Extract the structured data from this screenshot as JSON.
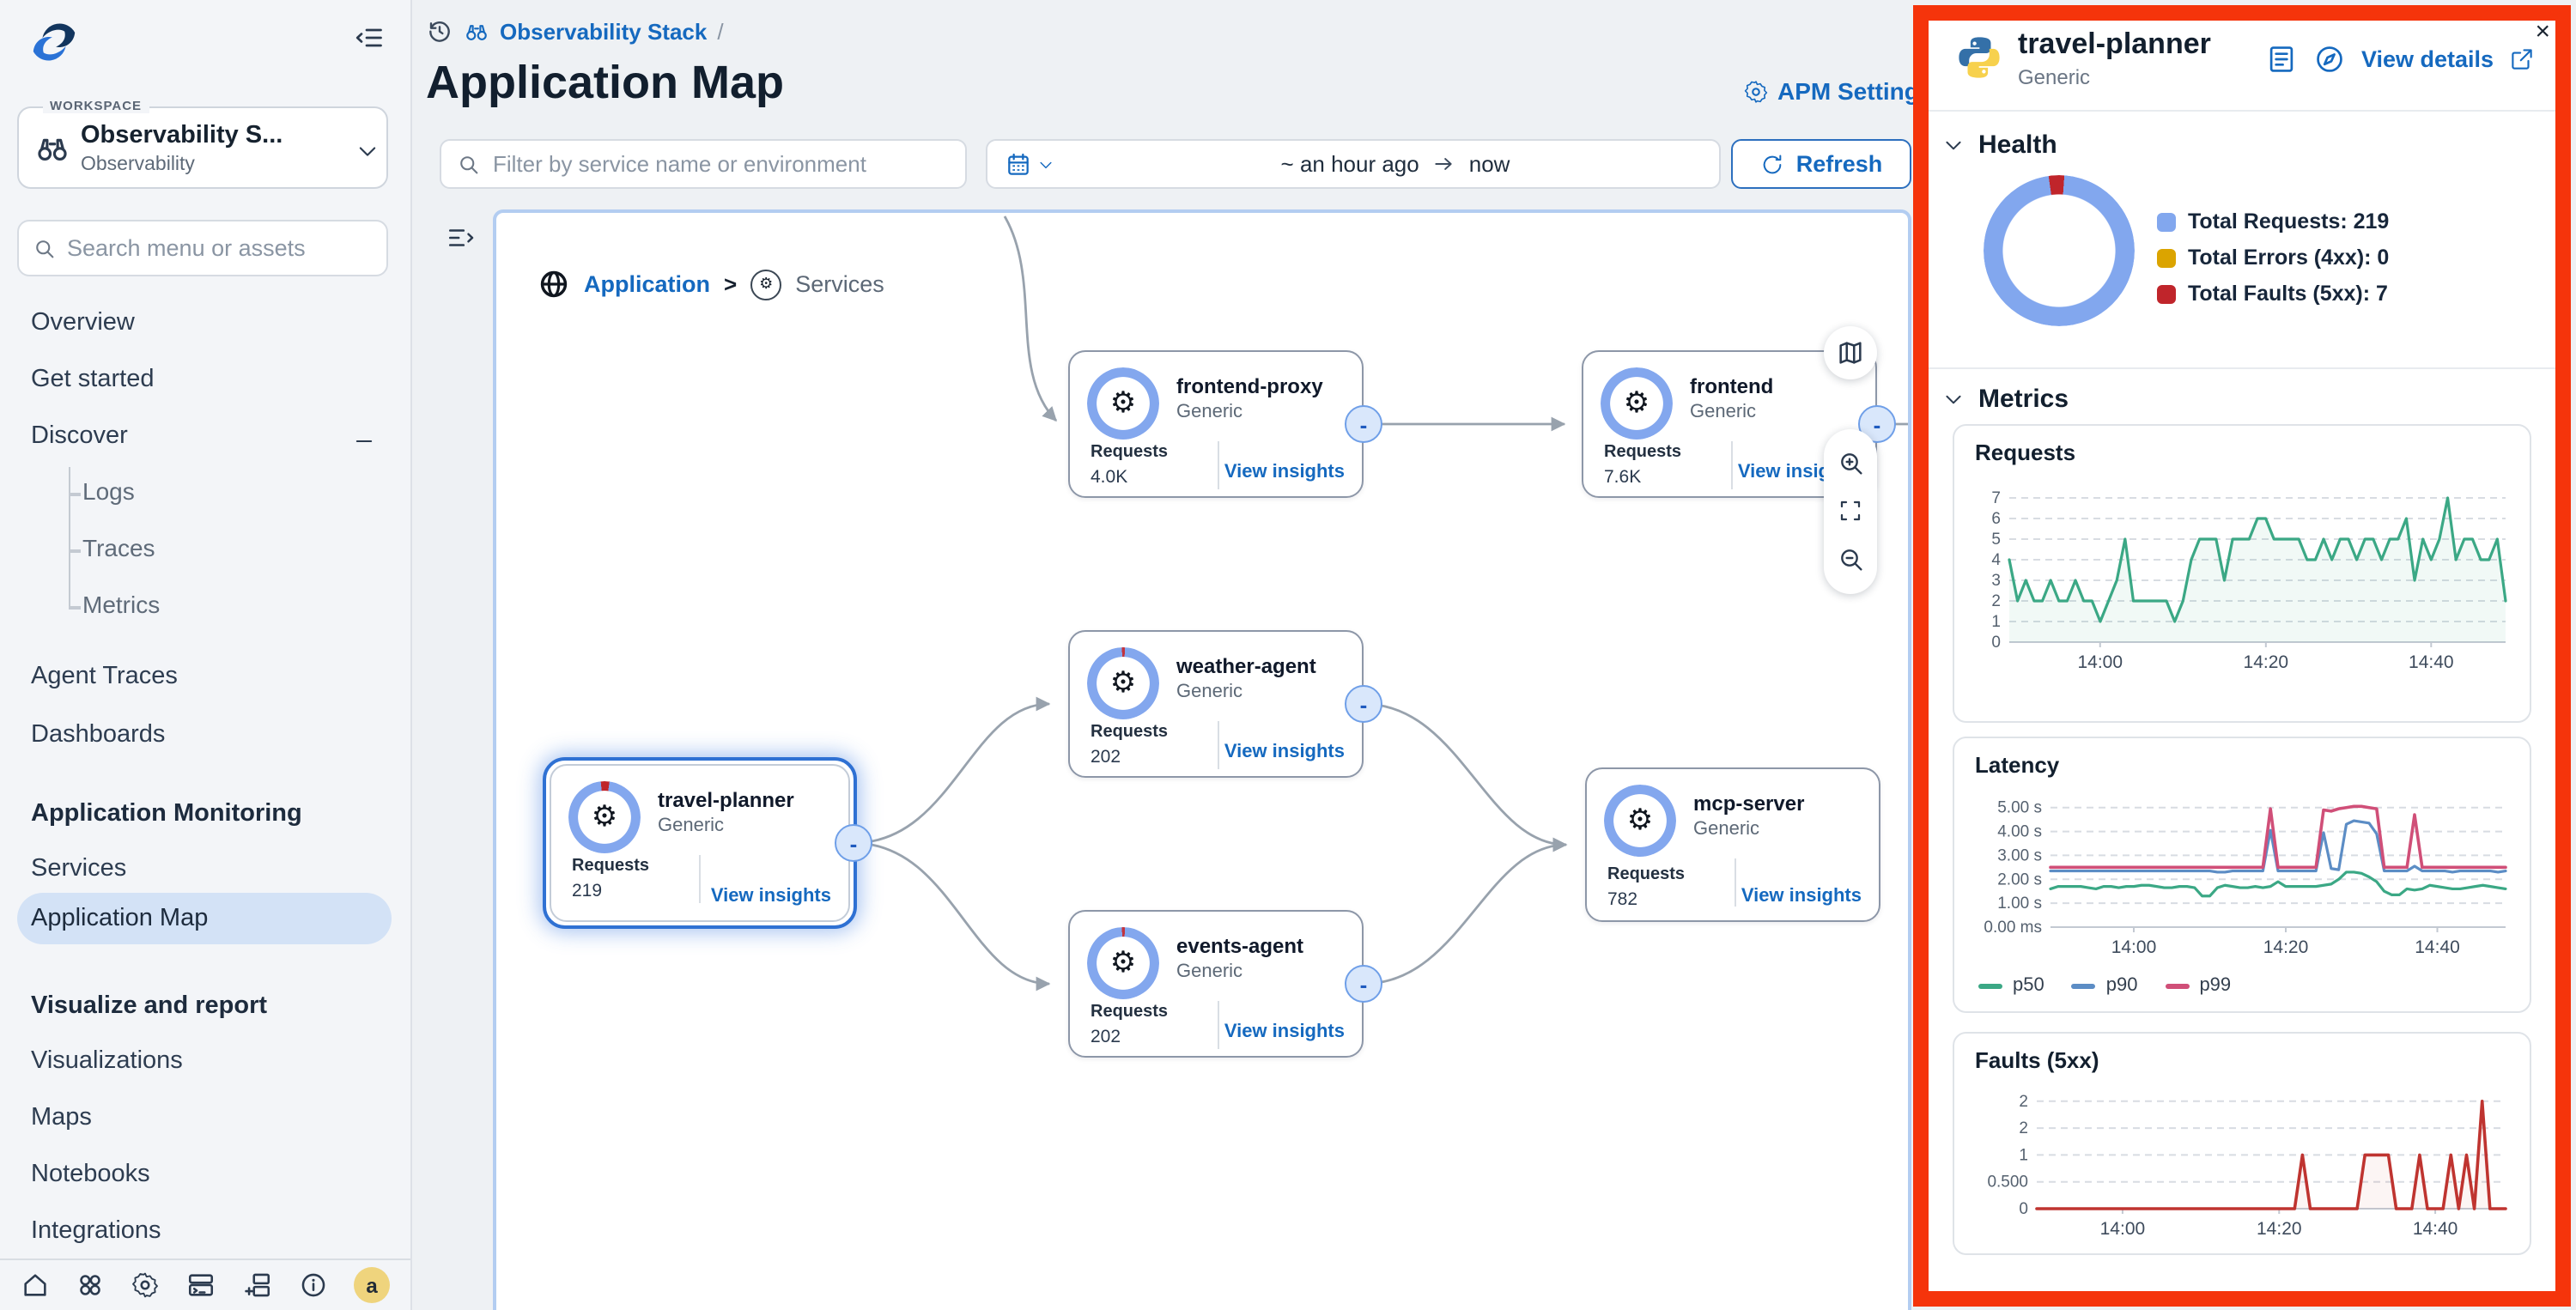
{
  "header": {
    "breadcrumb": "Observability Stack",
    "breadcrumb_sep": "/",
    "title": "Application Map",
    "apm_settings": "APM Settings"
  },
  "sidebar": {
    "workspace": {
      "label": "WORKSPACE",
      "name": "Observability S...",
      "subtitle": "Observability"
    },
    "search_placeholder": "Search menu or assets",
    "nav": [
      {
        "label": "Overview"
      },
      {
        "label": "Get started"
      },
      {
        "label": "Discover"
      },
      {
        "label": "Logs"
      },
      {
        "label": "Traces"
      },
      {
        "label": "Metrics"
      },
      {
        "label": "Agent Traces"
      },
      {
        "label": "Dashboards"
      },
      {
        "label": "Application Monitoring"
      },
      {
        "label": "Services"
      },
      {
        "label": "Application Map"
      },
      {
        "label": "Visualize and report"
      },
      {
        "label": "Visualizations"
      },
      {
        "label": "Maps"
      },
      {
        "label": "Notebooks"
      },
      {
        "label": "Integrations"
      }
    ],
    "avatar_initial": "a"
  },
  "toolbar": {
    "filter_placeholder": "Filter by service name or environment",
    "time_from": "~ an hour ago",
    "time_to": "now",
    "refresh": "Refresh"
  },
  "map": {
    "breadcrumb_root": "Application",
    "breadcrumb_sep": ">",
    "breadcrumb_current": "Services",
    "requests_label": "Requests",
    "insights_label": "View insights",
    "minus": "-",
    "nodes": [
      {
        "name": "frontend-proxy",
        "type": "Generic",
        "requests": "4.0K"
      },
      {
        "name": "frontend",
        "type": "Generic",
        "requests": "7.6K"
      },
      {
        "name": "weather-agent",
        "type": "Generic",
        "requests": "202"
      },
      {
        "name": "travel-planner",
        "type": "Generic",
        "requests": "219"
      },
      {
        "name": "events-agent",
        "type": "Generic",
        "requests": "202"
      },
      {
        "name": "mcp-server",
        "type": "Generic",
        "requests": "782"
      }
    ]
  },
  "panel": {
    "title": "travel-planner",
    "subtitle": "Generic",
    "view_details": "View details",
    "close": "×",
    "health": {
      "title": "Health",
      "legend": [
        {
          "label": "Total Requests: 219",
          "color": "#82a7ee"
        },
        {
          "label": "Total Errors (4xx): 0",
          "color": "#dba400"
        },
        {
          "label": "Total Faults (5xx): 7",
          "color": "#c0252b"
        }
      ]
    },
    "metrics_title": "Metrics"
  },
  "colors": {
    "accent_blue": "#1569bf",
    "selected_node": "#2f71d3",
    "health_ring": "#82a7ee",
    "error_amber": "#dba400",
    "fault_red": "#c0252b",
    "annotation_red": "#f5340b"
  },
  "chart_data": [
    {
      "type": "line",
      "title": "Requests",
      "ylabel": "",
      "ylim": [
        0,
        7.5
      ],
      "grid": true,
      "yticks": [
        {
          "v": 0,
          "label": "0"
        },
        {
          "v": 1,
          "label": "1"
        },
        {
          "v": 2,
          "label": "2"
        },
        {
          "v": 3,
          "label": "3"
        },
        {
          "v": 4,
          "label": "4"
        },
        {
          "v": 5,
          "label": "5"
        },
        {
          "v": 6,
          "label": "6"
        },
        {
          "v": 7,
          "label": "7"
        }
      ],
      "xticks": [
        {
          "f": 0.183,
          "label": "14:00"
        },
        {
          "f": 0.517,
          "label": "14:20"
        },
        {
          "f": 0.85,
          "label": "14:40"
        }
      ],
      "series": [
        {
          "name": "requests",
          "color": "#3ba885",
          "width": 1.6,
          "fill": "rgba(59,168,133,0.07)",
          "values": [
            4,
            2,
            3,
            2,
            2,
            3,
            2,
            2,
            3,
            2,
            2,
            1,
            2,
            3,
            5,
            2,
            2,
            2,
            2,
            2,
            1,
            2,
            4,
            5,
            5,
            5,
            3,
            5,
            5,
            5,
            6,
            6,
            5,
            5,
            5,
            5,
            4,
            4,
            5,
            4,
            5,
            5,
            4,
            5,
            5,
            4,
            5,
            5,
            6,
            3,
            5,
            4,
            5,
            7,
            4,
            5,
            5,
            4,
            4,
            5,
            2
          ]
        }
      ]
    },
    {
      "type": "line",
      "title": "Latency",
      "ylabel": "",
      "ylim": [
        0,
        5.6
      ],
      "grid": true,
      "legend_position": "bottom",
      "yticks": [
        {
          "v": 0,
          "label": "0.00 ms"
        },
        {
          "v": 1,
          "label": "1.00 s"
        },
        {
          "v": 2,
          "label": "2.00 s"
        },
        {
          "v": 3,
          "label": "3.00 s"
        },
        {
          "v": 4,
          "label": "4.00 s"
        },
        {
          "v": 5,
          "label": "5.00 s"
        }
      ],
      "xticks": [
        {
          "f": 0.183,
          "label": "14:00"
        },
        {
          "f": 0.517,
          "label": "14:20"
        },
        {
          "f": 0.85,
          "label": "14:40"
        }
      ],
      "series": [
        {
          "name": "p50",
          "color": "#3ba885",
          "width": 1.6,
          "values": [
            1.6,
            1.7,
            1.7,
            1.7,
            1.7,
            1.65,
            1.6,
            1.7,
            1.7,
            1.65,
            1.7,
            1.7,
            1.75,
            1.75,
            1.7,
            1.65,
            1.65,
            1.7,
            1.7,
            1.65,
            1.3,
            1.3,
            1.65,
            1.75,
            1.7,
            1.65,
            1.65,
            1.7,
            1.65,
            1.7,
            1.9,
            1.7,
            1.7,
            1.7,
            1.7,
            1.7,
            1.75,
            1.8,
            2.0,
            2.3,
            2.3,
            2.25,
            2.1,
            1.9,
            1.5,
            1.35,
            1.35,
            1.6,
            1.55,
            1.6,
            1.75,
            1.7,
            1.65,
            1.6,
            1.6,
            1.65,
            1.7,
            1.75,
            1.7,
            1.65,
            1.6
          ]
        },
        {
          "name": "p90",
          "color": "#5c8dc5",
          "width": 1.6,
          "values": [
            2.35,
            2.35,
            2.35,
            2.35,
            2.35,
            2.35,
            2.35,
            2.35,
            2.35,
            2.35,
            2.35,
            2.35,
            2.35,
            2.35,
            2.35,
            2.35,
            2.35,
            2.35,
            2.35,
            2.35,
            2.35,
            2.35,
            2.3,
            2.3,
            2.35,
            2.35,
            2.35,
            2.35,
            2.35,
            4.05,
            2.35,
            2.35,
            2.35,
            2.35,
            2.35,
            2.35,
            3.95,
            2.45,
            2.4,
            4.3,
            4.45,
            4.4,
            4.35,
            3.9,
            2.35,
            2.35,
            2.35,
            2.35,
            2.55,
            2.35,
            2.35,
            2.35,
            2.35,
            2.3,
            2.35,
            2.35,
            2.35,
            2.35,
            2.35,
            2.3,
            2.35
          ]
        },
        {
          "name": "p99",
          "color": "#d04f78",
          "width": 1.8,
          "values": [
            2.5,
            2.5,
            2.5,
            2.5,
            2.5,
            2.5,
            2.5,
            2.5,
            2.5,
            2.5,
            2.5,
            2.5,
            2.5,
            2.5,
            2.5,
            2.5,
            2.5,
            2.5,
            2.5,
            2.5,
            2.5,
            2.5,
            2.5,
            2.5,
            2.5,
            2.5,
            2.5,
            2.5,
            2.5,
            4.95,
            2.5,
            2.5,
            2.5,
            2.5,
            2.5,
            2.5,
            4.9,
            4.85,
            4.95,
            5.0,
            5.05,
            5.05,
            5.0,
            4.95,
            2.5,
            2.5,
            2.5,
            2.5,
            4.7,
            2.5,
            2.5,
            2.5,
            2.5,
            2.5,
            2.5,
            2.5,
            2.5,
            2.5,
            2.5,
            2.5,
            2.5
          ]
        }
      ]
    },
    {
      "type": "line",
      "title": "Faults (5xx)",
      "ylabel": "",
      "ylim": [
        0,
        2.3
      ],
      "grid": true,
      "yticks": [
        {
          "v": 0,
          "label": "0"
        },
        {
          "v": 0.5,
          "label": "0.500"
        },
        {
          "v": 1,
          "label": "1"
        },
        {
          "v": 1.5,
          "label": "2"
        },
        {
          "v": 2,
          "label": "2"
        }
      ],
      "xticks": [
        {
          "f": 0.183,
          "label": "14:00"
        },
        {
          "f": 0.517,
          "label": "14:20"
        },
        {
          "f": 0.85,
          "label": "14:40"
        }
      ],
      "series": [
        {
          "name": "faults",
          "color": "#bf3430",
          "width": 1.8,
          "fill": "rgba(191,52,48,0.05)",
          "values": [
            0,
            0,
            0,
            0,
            0,
            0,
            0,
            0,
            0,
            0,
            0,
            0,
            0,
            0,
            0,
            0,
            0,
            0,
            0,
            0,
            0,
            0,
            0,
            0,
            0,
            0,
            0,
            0,
            0,
            0,
            0,
            0,
            0,
            0,
            1,
            0,
            0,
            0,
            0,
            0,
            0,
            0,
            1,
            1,
            1,
            1,
            0,
            0,
            0,
            1,
            0,
            0,
            0,
            1,
            0,
            1,
            0,
            2,
            0,
            0,
            0
          ]
        }
      ]
    }
  ]
}
